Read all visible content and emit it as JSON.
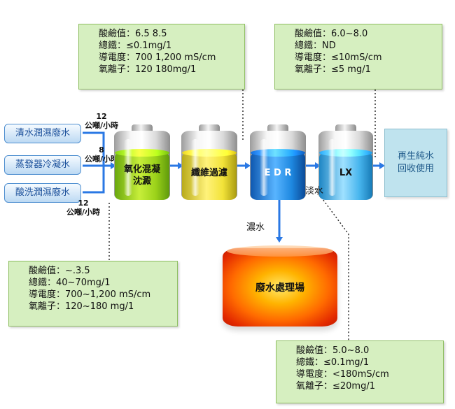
{
  "info_boxes": {
    "coag": [
      "酸鹼值：6.5 8.5",
      "總鐵：≤0.1mg/1",
      "導電度：700 1,200 mS/cm",
      "氧離子：120 180mg/1"
    ],
    "lx": [
      "酸鹼值：6.0~8.0",
      "總鐵：ND",
      "導電度：≤10mS/cm",
      "氧離子：≤5 mg/1"
    ],
    "feed": [
      "酸鹼值：~.3.5",
      "總鐵：40~70mg/1",
      "導電度：700~1,200 mS/cm",
      "氧離子：120~180 mg/1"
    ],
    "edr": [
      "酸鹼值：5.0~8.0",
      "總鐵：≤0.1mg/1",
      "導電度：<180mS/cm",
      "氧離子：≤20mg/1"
    ]
  },
  "sources": [
    "清水潤濕廢水",
    "蒸發器冷凝水",
    "酸洗潤濕廢水"
  ],
  "flow_rates": [
    {
      "value": "12",
      "unit": "公噸/小時"
    },
    {
      "value": "8",
      "unit": "公噸/小時"
    },
    {
      "value": "12",
      "unit": "公噸/小時"
    }
  ],
  "stages": [
    "氧化混凝\n沈澱",
    "纖維過濾",
    "E D R",
    "LX"
  ],
  "stage_colors": [
    "#9bd21a",
    "#f2e238",
    "#1e88e0",
    "#48b6ee"
  ],
  "labels": {
    "fresh_water": "淡水",
    "brine": "濃水"
  },
  "target": "再生純水\n回收使用",
  "waste_plant": "廢水處理場",
  "colors": {
    "arrow": "#2a78e4",
    "box": "#d6efc0"
  }
}
